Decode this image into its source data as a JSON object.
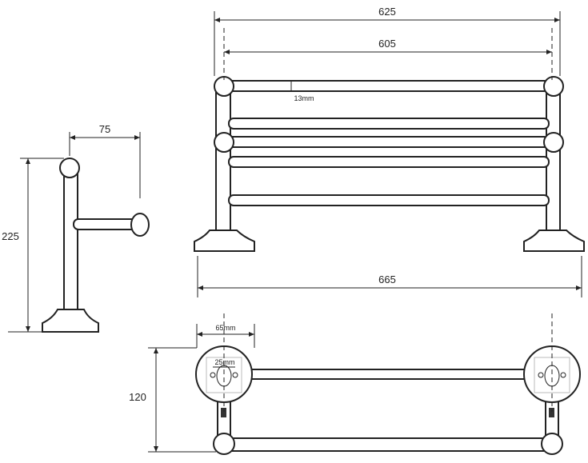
{
  "dimensions": {
    "overall_width": "625",
    "rail_width": "605",
    "rail_diameter": "13mm",
    "arm_projection": "75",
    "height": "225",
    "base_width": "665",
    "depth": "120",
    "flange_diameter": "65mm",
    "hole_spacing": "25mm"
  }
}
